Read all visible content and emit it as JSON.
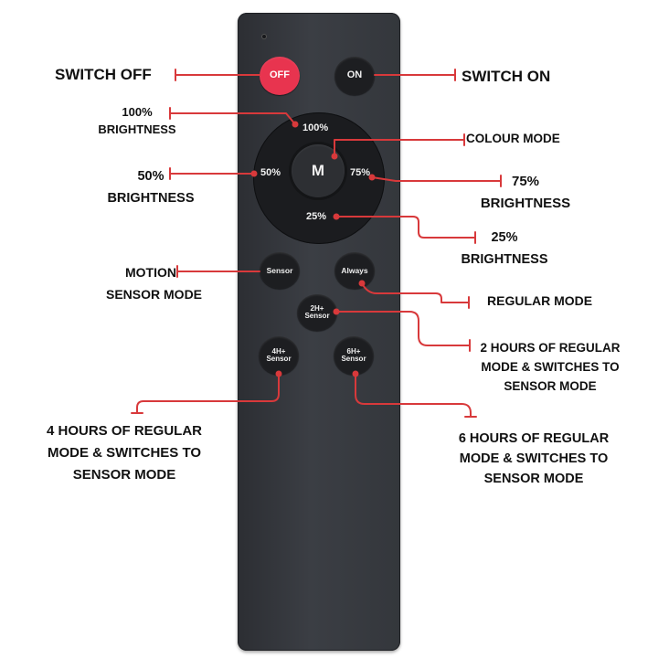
{
  "remote": {
    "buttons": {
      "off": "OFF",
      "on": "ON",
      "b100": "100%",
      "b50": "50%",
      "b75": "75%",
      "b25": "25%",
      "mode": "M",
      "sensor": "Sensor",
      "always": "Always",
      "h2_line1": "2H+",
      "h2_line2": "Sensor",
      "h4_line1": "4H+",
      "h4_line2": "Sensor",
      "h6_line1": "6H+",
      "h6_line2": "Sensor"
    }
  },
  "annotations": {
    "switch_off": "SWITCH OFF",
    "switch_on": "SWITCH ON",
    "b100_line1": "100%",
    "b100_line2": "BRIGHTNESS",
    "colour_mode": "COLOUR MODE",
    "b50_line1": "50%",
    "b50_line2": "BRIGHTNESS",
    "b75_line1": "75%",
    "b75_line2": "BRIGHTNESS",
    "b25_line1": "25%",
    "b25_line2": "BRIGHTNESS",
    "motion_line1": "MOTION",
    "motion_line2": "SENSOR MODE",
    "regular_mode": "REGULAR MODE",
    "h2_line1": "2 HOURS OF REGULAR",
    "h2_line2": "MODE & SWITCHES TO",
    "h2_line3": "SENSOR MODE",
    "h4_line1": "4 HOURS OF REGULAR",
    "h4_line2": "MODE & SWITCHES TO",
    "h4_line3": "SENSOR MODE",
    "h6_line1": "6 HOURS OF REGULAR",
    "h6_line2": "MODE & SWITCHES TO",
    "h6_line3": "SENSOR MODE"
  },
  "colors": {
    "leader_line": "#d8393b",
    "off_button": "#e8344f",
    "remote_body": "#34373c"
  }
}
